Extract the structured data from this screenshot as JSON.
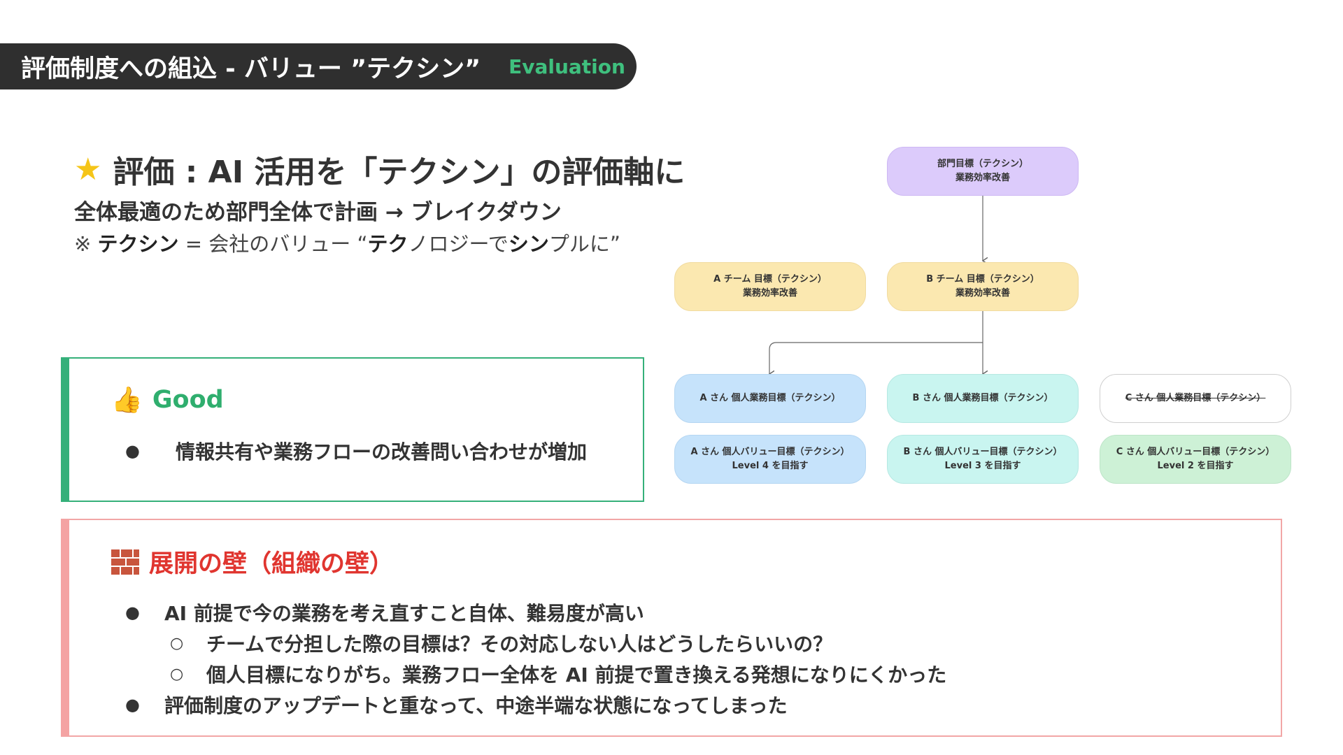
{
  "header": {
    "title": "評価制度への組込 - バリュー ”テクシン”",
    "tag": "Evaluation"
  },
  "main": {
    "heading": "評価 : AI 活用を「テクシン」の評価軸に",
    "subheading": "全体最適のため部門全体で計画 → ブレイクダウン",
    "note": {
      "prefix": "※ ",
      "term": "テクシン",
      "eq": " = 会社のバリュー “",
      "part1": "テク",
      "part2": "ノロジーで",
      "part3": "シン",
      "part4": "プルに”"
    }
  },
  "good": {
    "label": "Good",
    "items": [
      "情報共有や業務フローの改善問い合わせが増加"
    ]
  },
  "wall": {
    "label": "展開の壁（組織の壁）",
    "items": [
      "AI 前提で今の業務を考え直すこと自体、難易度が高い",
      "チームで分担した際の目標は？その対応しない人はどうしたらいいの？",
      "個人目標になりがち。業務フロー全体を AI 前提で置き換える発想になりにくかった",
      "評価制度のアップデートと重なって、中途半端な状態になってしまった"
    ]
  },
  "chart": {
    "dept": [
      "部門目標（テクシン）",
      "業務効率改善"
    ],
    "team_a": [
      "A チーム 目標（テクシン）",
      "業務効率改善"
    ],
    "team_b": [
      "B チーム 目標（テクシン）",
      "業務効率改善"
    ],
    "a_goal": "A さん 個人業務目標（テクシン）",
    "b_goal": "B さん 個人業務目標（テクシン）",
    "c_goal": "C さん 個人業務目標（テクシン）",
    "a_value": [
      "A さん 個人バリュー目標（テクシン）",
      "Level 4 を目指す"
    ],
    "b_value": [
      "B さん 個人バリュー目標（テクシン）",
      "Level 3 を目指す"
    ],
    "c_value": [
      "C さん 個人バリュー目標（テクシン）",
      "Level 2 を目指す"
    ]
  },
  "icons": {
    "star": "star-icon",
    "thumb": "thumbs-up-icon",
    "brick": "brick-wall-icon"
  },
  "colors": {
    "header_bg": "#2f2f2f",
    "accent_green": "#2fae6e",
    "accent_red": "#e0352f",
    "wall_border": "#f4a3a3"
  }
}
